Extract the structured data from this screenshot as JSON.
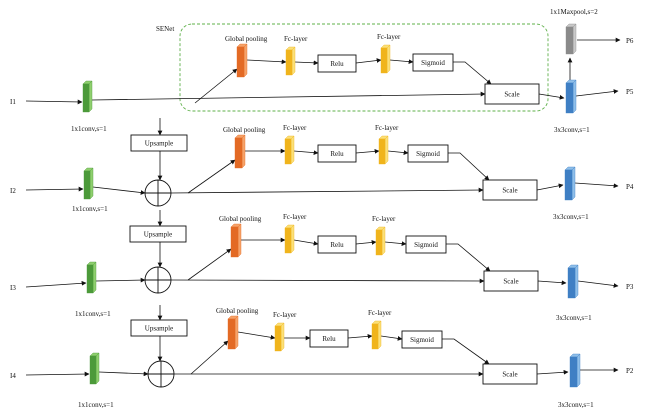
{
  "senet_label": "SENet",
  "colors": {
    "green": "#4c9a3a",
    "green_side": "#8fcf6e",
    "orange": "#e36a25",
    "orange_side": "#f5a36a",
    "yellow": "#f0b41c",
    "yellow_side": "#fbe07a",
    "blue": "#3f7fc4",
    "blue_side": "#8fbfe9",
    "gray": "#8a8a8a",
    "gray_side": "#c9c9c9",
    "dashed_green": "#5fb04a"
  },
  "maxpool_label": "1x1Maxpool,s=2",
  "p6_label": "P6",
  "rows": [
    {
      "input": "I1",
      "conv_in": "1x1conv,s=1",
      "global_pooling": "Global pooling",
      "fc1": "Fc-layer",
      "relu": "Relu",
      "fc2": "Fc-layer",
      "sigmoid": "Sigmoid",
      "scale": "Scale",
      "conv_out": "3x3conv,s=1",
      "output": "P5"
    },
    {
      "input": "I2",
      "conv_in": "1x1conv,s=1",
      "global_pooling": "Global pooling",
      "fc1": "Fc-layer",
      "relu": "Relu",
      "fc2": "Fc-layer",
      "sigmoid": "Sigmoid",
      "scale": "Scale",
      "conv_out": "3x3conv,s=1",
      "output": "P4"
    },
    {
      "input": "I3",
      "conv_in": "1x1conv,s=1",
      "global_pooling": "Global pooling",
      "fc1": "Fc-layer",
      "relu": "Relu",
      "fc2": "Fc-layer",
      "sigmoid": "Sigmoid",
      "scale": "Scale",
      "conv_out": "3x3conv,s=1",
      "output": "P3"
    },
    {
      "input": "I4",
      "conv_in": "1x1conv,s=1",
      "global_pooling": "Global pooling",
      "fc1": "Fc-layer",
      "relu": "Relu",
      "fc2": "Fc-layer",
      "sigmoid": "Sigmoid",
      "scale": "Scale",
      "conv_out": "3x3conv,s=1",
      "output": "P2"
    }
  ],
  "upsample_labels": [
    "Upsample",
    "Upsample",
    "Upsample"
  ]
}
